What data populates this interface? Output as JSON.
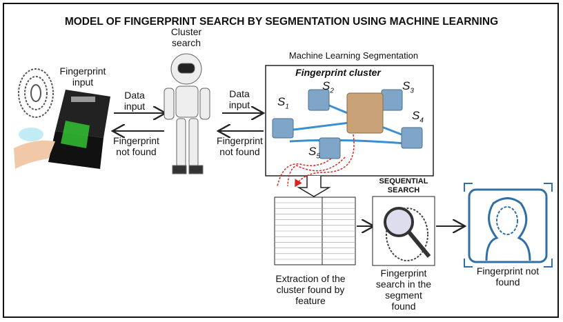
{
  "title": "MODEL OF FINGERPRINT SEARCH BY SEGMENTATION USING MACHINE LEARNING",
  "labels": {
    "fingerprint_input": "Fingerprint input",
    "cluster_search": "Cluster search",
    "data_input_1": "Data input",
    "not_found_1": "Fingerprint not found",
    "data_input_2": "Data input",
    "not_found_2": "Fingerprint not found",
    "ml_segmentation": "Machine Learning Segmentation",
    "fingerprint_cluster": "Fingerprint cluster",
    "sequential_search": "SEQUENTIAL SEARCH",
    "extraction": "Extraction of the cluster found by feature",
    "segment_search": "Fingerprint search in the segment found",
    "final_not_found": "Fingerprint not found"
  },
  "clusters": [
    {
      "letter": "S",
      "index": "1"
    },
    {
      "letter": "S",
      "index": "2"
    },
    {
      "letter": "S",
      "index": "3"
    },
    {
      "letter": "S",
      "index": "4"
    },
    {
      "letter": "S",
      "index": "5"
    }
  ],
  "colors": {
    "accent_blue": "#2f6fa6",
    "dashed_red": "#d22",
    "scanner_green": "#3c3"
  }
}
